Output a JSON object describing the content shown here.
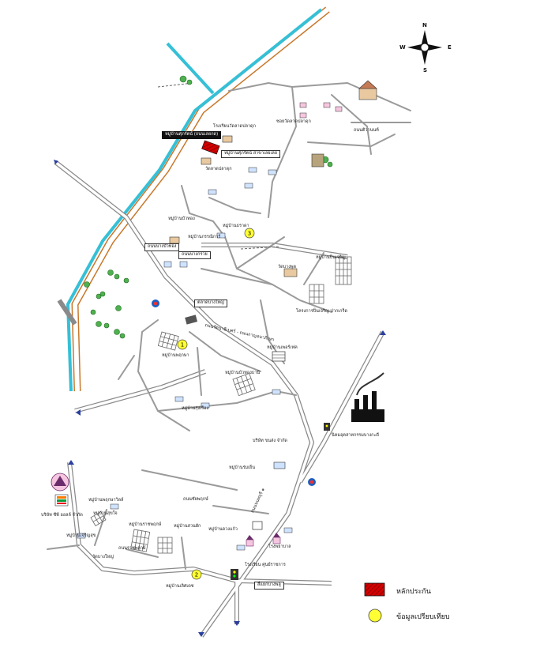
{
  "compass": {
    "n": "N",
    "s": "S",
    "e": "E",
    "w": "W"
  },
  "legend": {
    "project_label": "หลักประกัน",
    "compare_label": "ข้อมูลเปรียบเทียบ"
  },
  "labels": {
    "project_village": "หมู่บ้านศุภรัตน์ (ถนนเลยกด)",
    "project_name": "หมู่บ้านศุภรัตน์ สาขาเลยเลย",
    "temple_top": "วัดลาดปลาดุก",
    "road_top": "ซอยวัดลาดปลาดุก",
    "school_top": "โรงเรียนวัดลาดปลาดุก",
    "village_left_top": "หมู่บ้านบัวทอง",
    "road_bangbuathong": "ถนนบางบัวทอง",
    "road_center": "ถนนบางกรวย",
    "village_mid": "หมู่บ้านกรรณิการ์",
    "village_comp3": "หมู่บ้านธราดา",
    "temple_right": "วัดบางพูด",
    "village_right": "หมู่บ้านปิ่นเจริญ",
    "project_right": "โครงการปิ่นเจริญ ปากเกร็ด",
    "road_right": "ถนนติวานนท์",
    "village_comp1": "หมู่บ้านพฤกษา",
    "road_main_diag": "ถนนรัตนาธิเบศร์ - ถนนกาญจนาภิเษก",
    "village_center2": "หมู่บ้านเพอร์เฟค",
    "market": "ตลาดบางใหญ่",
    "village_lower": "หมู่บ้านบัวทองธานี",
    "factory": "นิคมอุตสาหกรรมบางกะดี",
    "company_mid": "บริษัท ขนส่ง จำกัด",
    "village_lower_right": "หมู่บ้านรุ่งเรือง",
    "village_bottom": "หมู่บ้านร่มเย็น",
    "road_bottom_mid": "ถนนชัยพฤกษ์",
    "hospital": "โรงพยาบาล",
    "seven_eleven_corp": "บริษัท ซีพี ออลล์ จำกัด",
    "village_bl1": "หมู่บ้านพฤกษาวิลล์",
    "village_bl2": "หมู่บ้านสุขใจ",
    "village_bl3": "หมู่บ้านเจริญสุข",
    "village_bl4": "หมู่บ้านราชพฤกษ์",
    "temple_bl": "วัดบางใหญ่",
    "village_bc1": "หมู่บ้านสวนผัก",
    "village_bc2": "หมู่บ้านดวงแก้ว",
    "village_comp2": "หมู่บ้านเลิศเดช",
    "school_bottom": "โรงเรียน ศูนย์ราชการ",
    "road_bottom": "ถนนราชพฤกษ์",
    "road_bottom_diag": "ถนนนนทบุรี ๑",
    "intersection": "สี่แยกบางพลู"
  },
  "markers": {
    "c1": "1",
    "c2": "2",
    "c3": "3"
  }
}
